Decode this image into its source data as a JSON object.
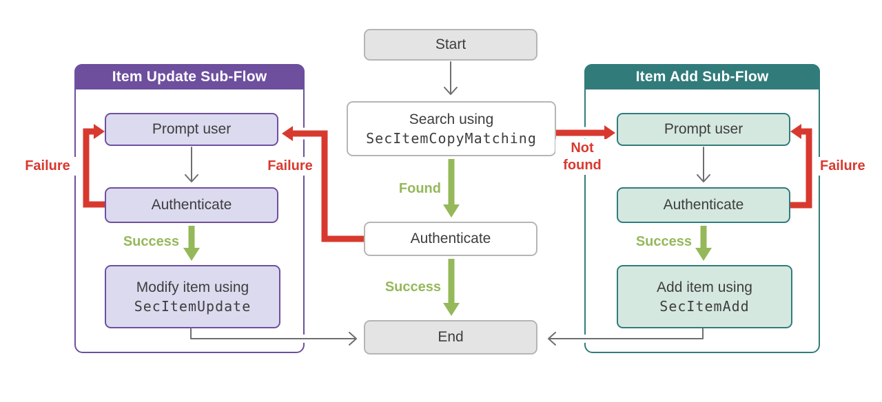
{
  "colors": {
    "purple": "#6d4f9e",
    "purple_fill": "#dcdaee",
    "teal": "#317b7b",
    "teal_fill": "#d5e8df",
    "red": "#d8392f",
    "green": "#95b85a",
    "gray_fill": "#e4e4e4",
    "gray_border": "#b5b5b5",
    "connector_gray": "#6e6e6e",
    "text": "#3d3d3f"
  },
  "flow": {
    "start": "Start",
    "search_line1": "Search using",
    "search_code": "SecItemCopyMatching",
    "found_label": "Found",
    "authenticate": "Authenticate",
    "success_label": "Success",
    "end": "End",
    "failure_label": "Failure",
    "not_found_label": "Not found"
  },
  "update_subflow": {
    "title": "Item Update Sub-Flow",
    "prompt_user": "Prompt user",
    "authenticate": "Authenticate",
    "modify_line1": "Modify item using",
    "modify_code": "SecItemUpdate",
    "success_label": "Success",
    "failure_label": "Failure"
  },
  "add_subflow": {
    "title": "Item Add Sub-Flow",
    "prompt_user": "Prompt user",
    "authenticate": "Authenticate",
    "add_line1": "Add item using",
    "add_code": "SecItemAdd",
    "success_label": "Success",
    "failure_label": "Failure"
  }
}
